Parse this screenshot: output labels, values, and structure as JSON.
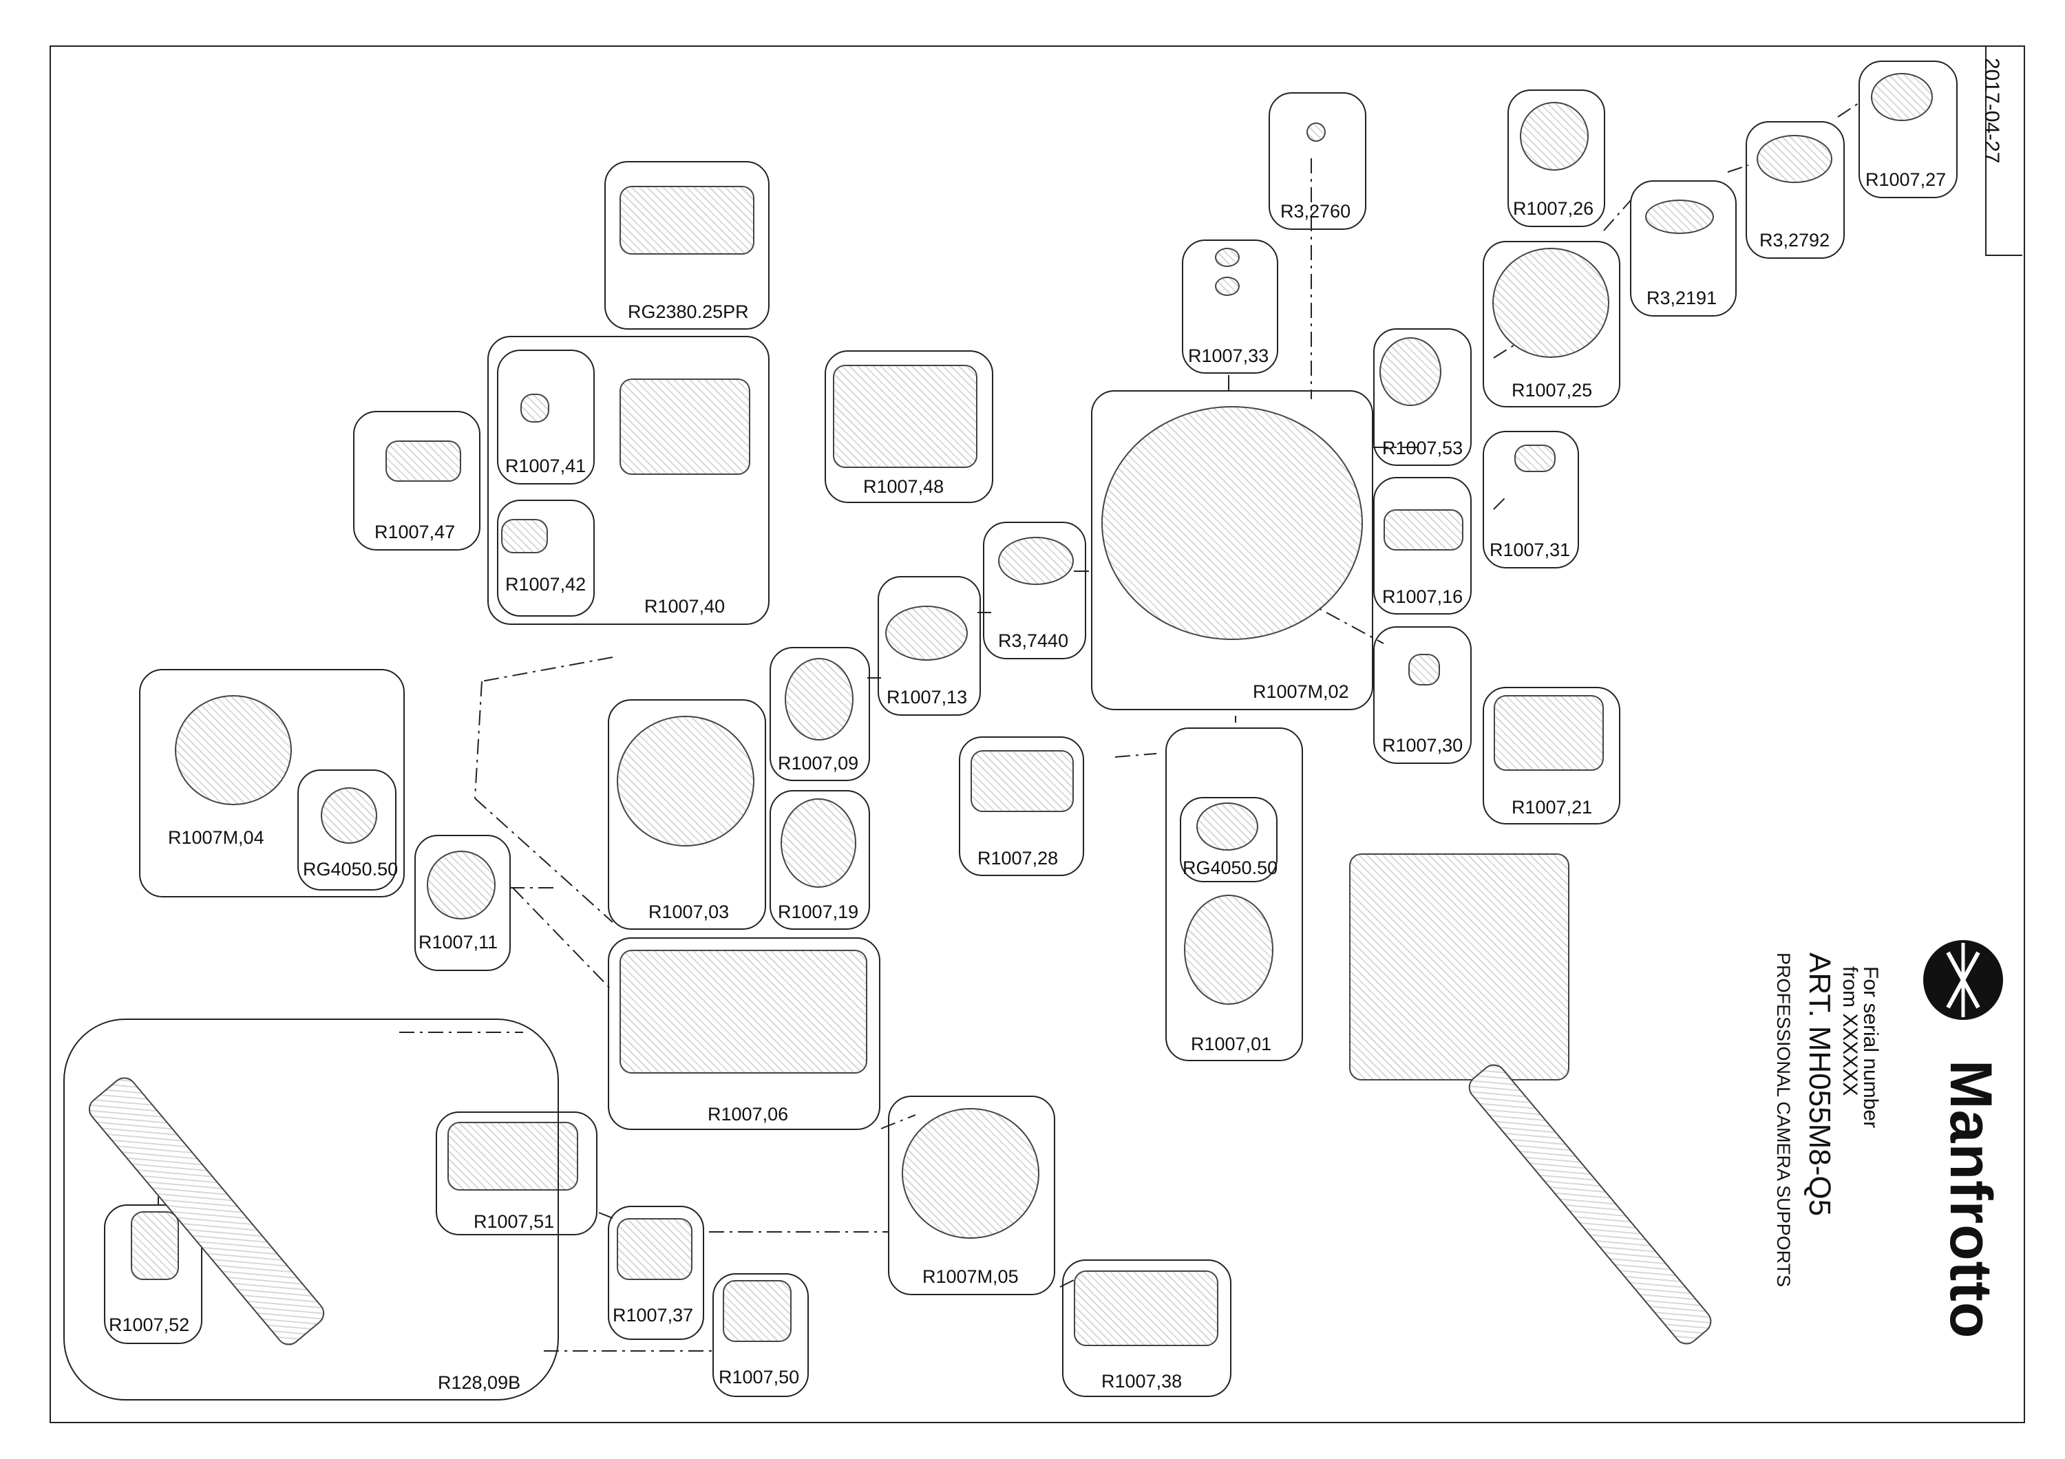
{
  "sheet": {
    "date": "2017-04-27",
    "serial_line1": "For serial number",
    "serial_line2": "from XXXXXX",
    "article": "ART. MH055M8-Q5",
    "subtitle": "PROFESSIONAL CAMERA SUPPORTS",
    "brand": "Manfrotto"
  },
  "parts": {
    "rg2380_25pr": "RG2380.25PR",
    "r1007_41": "R1007,41",
    "r1007_42": "R1007,42",
    "r1007_40": "R1007,40",
    "r1007_47": "R1007,47",
    "r1007_48": "R1007,48",
    "r1007_33": "R1007,33",
    "r3_2760": "R3,2760",
    "r1007_26": "R1007,26",
    "r3_2191": "R3,2191",
    "r3_2792": "R3,2792",
    "r1007_27": "R1007,27",
    "r1007_25": "R1007,25",
    "r1007_53": "R1007,53",
    "r1007_31": "R1007,31",
    "r1007_16": "R1007,16",
    "r1007_30": "R1007,30",
    "r1007_21": "R1007,21",
    "r1007m_02": "R1007M,02",
    "r3_7440": "R3,7440",
    "r1007_13": "R1007,13",
    "r1007_09": "R1007,09",
    "r1007_03": "R1007,03",
    "r1007_19": "R1007,19",
    "r1007m_04": "R1007M,04",
    "rg4050_50_a": "RG4050.50",
    "r1007_11": "R1007,11",
    "r1007_28": "R1007,28",
    "rg4050_50_b": "RG4050.50",
    "r1007_01": "R1007,01",
    "r1007_06": "R1007,06",
    "r1007_51": "R1007,51",
    "r1007_52": "R1007,52",
    "r1007_37": "R1007,37",
    "r1007m_05": "R1007M,05",
    "r1007_50": "R1007,50",
    "r128_09b": "R128,09B",
    "r1007_38": "R1007,38"
  }
}
